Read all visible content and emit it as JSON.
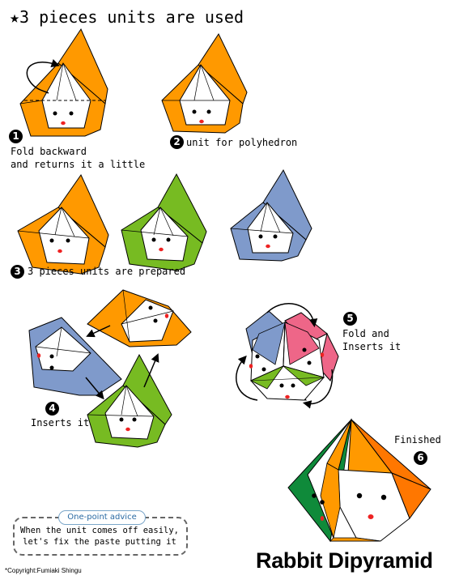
{
  "header": {
    "star": "★",
    "title": "3 pieces units are used"
  },
  "steps": [
    {
      "number": "1",
      "lines": [
        "Fold backward",
        "and returns it a little"
      ]
    },
    {
      "number": "2",
      "lines": [
        "unit for polyhedron"
      ]
    },
    {
      "number": "3",
      "lines": [
        "3 pieces units are prepared"
      ]
    },
    {
      "number": "4",
      "lines": [
        "Inserts it"
      ]
    },
    {
      "number": "5",
      "lines": [
        "Fold and",
        "Inserts it"
      ]
    },
    {
      "number": "6",
      "lines": [
        "Finished"
      ]
    }
  ],
  "advice": {
    "heading": "One-point advice",
    "lines": [
      "When the unit comes off easily,",
      "let's fix the paste putting it"
    ]
  },
  "title": "Rabbit Dipyramid",
  "copyright": "*Copyright:Fumiaki Shingu",
  "colors": {
    "orange": "#ff9900",
    "green": "#77bb22",
    "blue": "#7f9acb",
    "pink": "#ee6688",
    "dark_green": "#0f8a3a",
    "dark_orange": "#ff7700",
    "nose_red": "#ee2222",
    "line": "#000000"
  }
}
